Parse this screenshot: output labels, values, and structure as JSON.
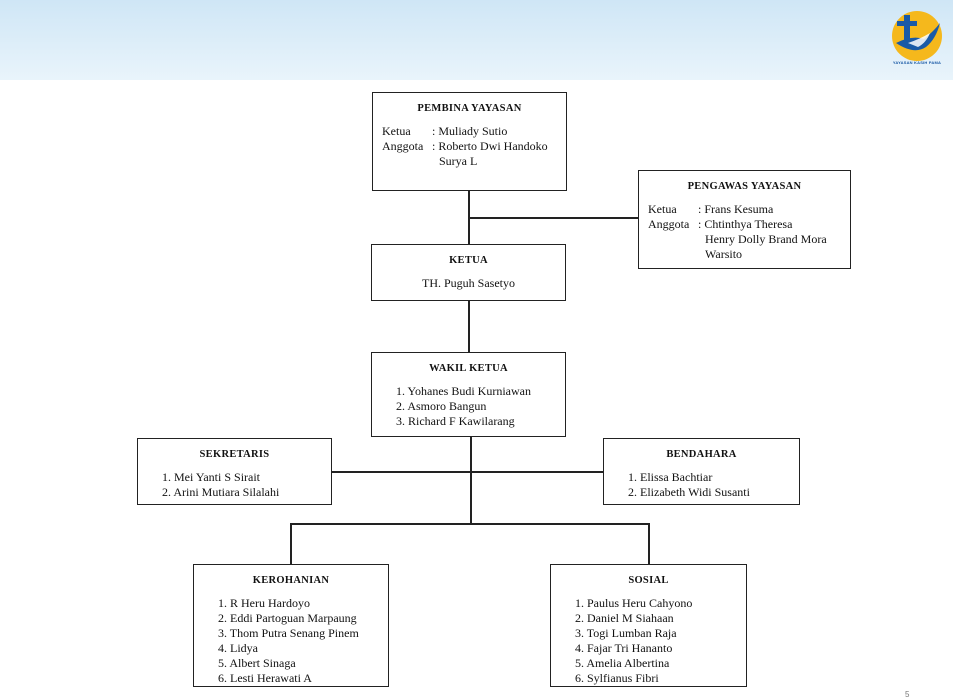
{
  "logo": {
    "caption": "YAYASAN KASIH PAMA",
    "icon": "dove-cross-logo"
  },
  "pembina": {
    "title": "PEMBINA YAYASAN",
    "ketua_label": "Ketua",
    "ketua_value": ": Muliady Sutio",
    "anggota_label": "Anggota",
    "anggota_values": [
      ": Roberto Dwi Handoko",
      "Surya L"
    ]
  },
  "pengawas": {
    "title": "PENGAWAS YAYASAN",
    "ketua_label": "Ketua",
    "ketua_value": ": Frans Kesuma",
    "anggota_label": "Anggota",
    "anggota_values": [
      ": Chtinthya Theresa",
      "Henry Dolly Brand Mora",
      "Warsito"
    ]
  },
  "ketua": {
    "title": "KETUA",
    "name": "TH. Puguh Sasetyo"
  },
  "wakil_ketua": {
    "title": "WAKIL KETUA",
    "members": [
      "1. Yohanes Budi Kurniawan",
      "2. Asmoro Bangun",
      "3. Richard F Kawilarang"
    ]
  },
  "sekretaris": {
    "title": "SEKRETARIS",
    "members": [
      "1. Mei Yanti S Sirait",
      "2. Arini Mutiara Silalahi"
    ]
  },
  "bendahara": {
    "title": "BENDAHARA",
    "members": [
      "1. Elissa Bachtiar",
      "2. Elizabeth Widi Susanti"
    ]
  },
  "kerohanian": {
    "title": "KEROHANIAN",
    "members": [
      "1. R Heru Hardoyo",
      "2. Eddi Partoguan Marpaung",
      "3. Thom Putra Senang Pinem",
      "4. Lidya",
      "5. Albert Sinaga",
      "6. Lesti Herawati A"
    ]
  },
  "sosial": {
    "title": "SOSIAL",
    "members": [
      "1. Paulus Heru Cahyono",
      "2. Daniel M Siahaan",
      "3. Togi Lumban Raja",
      "4. Fajar Tri Hananto",
      "5. Amelia Albertina",
      "6. Sylfianus Fibri"
    ]
  },
  "page_number": "5"
}
